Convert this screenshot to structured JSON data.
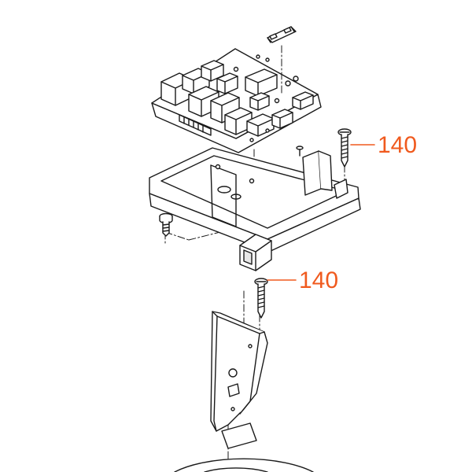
{
  "diagram": {
    "line_color": "#1a1a1a",
    "label_color": "#f05a1e",
    "callouts": [
      {
        "label": "140",
        "refers_to": "screw-upper"
      },
      {
        "label": "140",
        "refers_to": "screw-lower"
      }
    ]
  }
}
